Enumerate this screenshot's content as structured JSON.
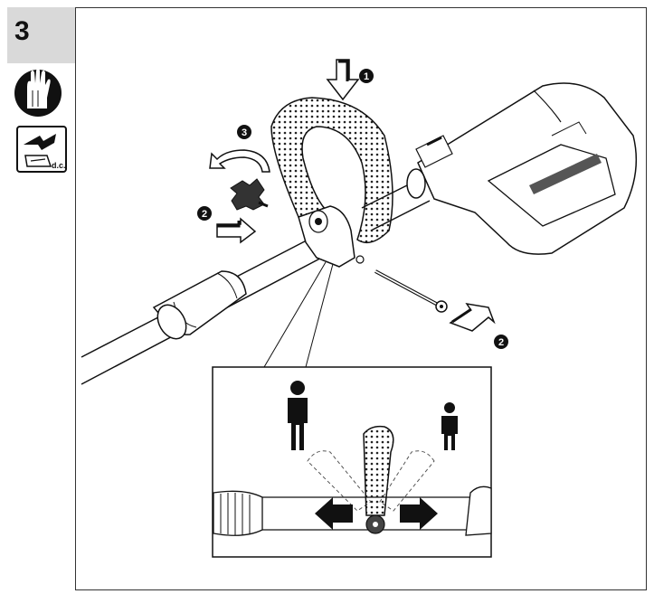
{
  "step": {
    "number": "3"
  },
  "icons": [
    {
      "name": "protective-gloves-icon"
    },
    {
      "name": "dc-battery-disconnect-icon",
      "label": "d.c."
    }
  ],
  "callouts": {
    "press_down": "1",
    "remove_screw": "2",
    "remove_knob": "2",
    "rotate": "3"
  },
  "inset": {
    "description_icons": [
      "tall-person-icon",
      "short-person-icon"
    ]
  }
}
